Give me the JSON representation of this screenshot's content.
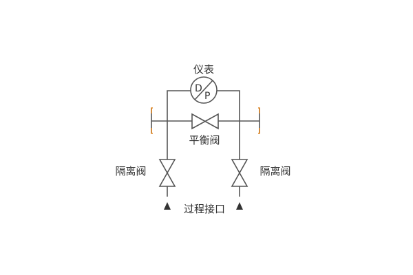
{
  "labels": {
    "instrument": "仪表",
    "balance_valve": "平衡阀",
    "isolation_valve_left": "隔离阀",
    "isolation_valve_right": "隔离阀",
    "process_connection": "过程接口"
  },
  "gauge": {
    "top_letter": "D",
    "bottom_letter": "P"
  },
  "colors": {
    "line": "#555555",
    "text": "#333333",
    "bracket_accent": "#e08a2a"
  }
}
